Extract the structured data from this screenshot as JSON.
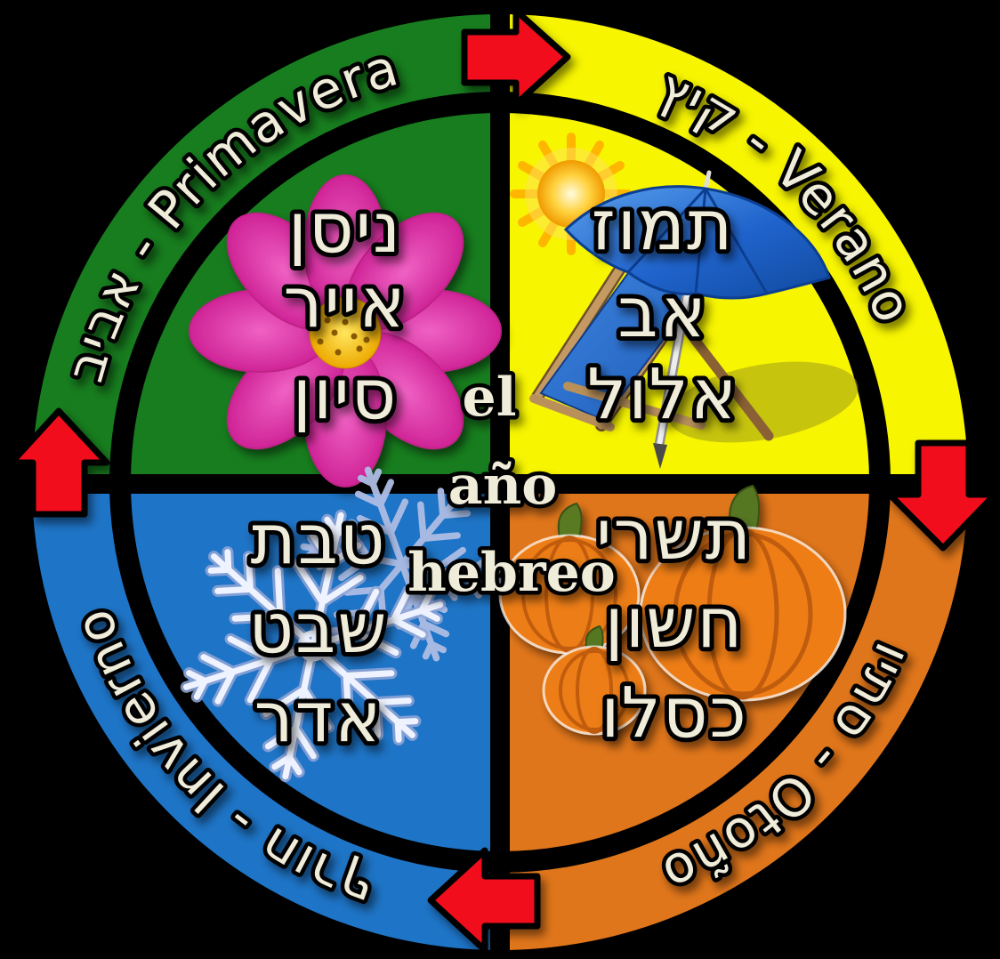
{
  "background_color": "#000000",
  "text_color": "#f0ecda",
  "center_title": {
    "line1": "el",
    "line2": "año",
    "line3": "hebreo",
    "full": "el año hebreo"
  },
  "seasons": {
    "spring": {
      "ring_label": "אביב - Primavera",
      "hebrew_name": "אביב",
      "spanish_name": "Primavera",
      "months": [
        "ניסן",
        "אייר",
        "סיון"
      ],
      "color": "#177d1e",
      "icon": "pink-flower"
    },
    "summer": {
      "ring_label": "קיץ - Verano",
      "hebrew_name": "קיץ",
      "spanish_name": "Verano",
      "months": [
        "תמוז",
        "אב",
        "אלול"
      ],
      "color": "#f7f500",
      "icon": "sun-beach-chair-umbrella"
    },
    "autumn": {
      "ring_label": "סתיו - Otoño",
      "hebrew_name": "סתיו",
      "spanish_name": "Otoño",
      "months": [
        "תשרי",
        "חשון",
        "כסלו"
      ],
      "color": "#e0761b",
      "icon": "pumpkins"
    },
    "winter": {
      "ring_label": "חורף - Invierno",
      "hebrew_name": "חורף",
      "spanish_name": "Invierno",
      "months": [
        "טבת",
        "שבט",
        "אדר"
      ],
      "color": "#1e74c6",
      "icon": "snowflake"
    }
  },
  "arrows": {
    "color": "#f2111c",
    "outline": "#000000",
    "cycle": "clockwise",
    "positions": [
      "top-pointing-right",
      "right-pointing-down",
      "bottom-pointing-left",
      "left-pointing-up"
    ]
  }
}
